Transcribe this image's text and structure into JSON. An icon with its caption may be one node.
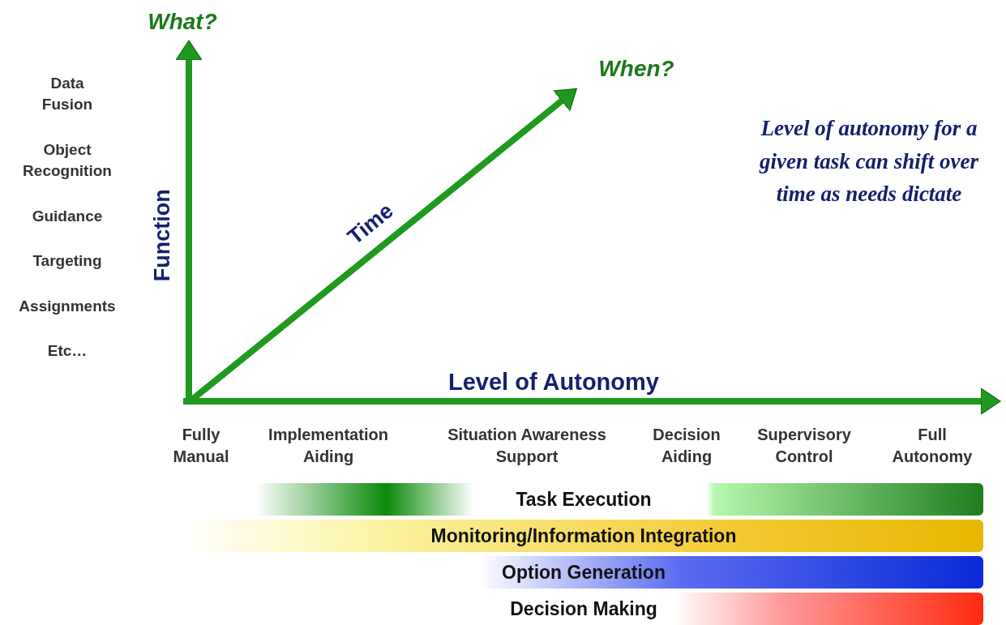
{
  "diagram": {
    "nodes": [
      {
        "text": [
          "Task Execution"
        ]
      },
      {
        "text": [
          "Monitoring/Information Integration"
        ]
      },
      {
        "text": [
          "Option Generation"
        ]
      },
      {
        "text": [
          "Decision Making"
        ]
      }
    ],
    "labels": [
      "What?",
      "When?",
      "Data Fusion",
      "Object Recognition",
      "Guidance",
      "Targeting",
      "Assignments",
      "Etc…",
      "Function",
      "Time",
      "Level of autonomy for a given task can shift over time as needs dictate",
      "Level of Autonomy",
      "Fully Manual",
      "Implementation Aiding",
      "Situation Awareness Support",
      "Decision Aiding",
      "Supervisory Control",
      "Full Autonomy"
    ]
  }
}
